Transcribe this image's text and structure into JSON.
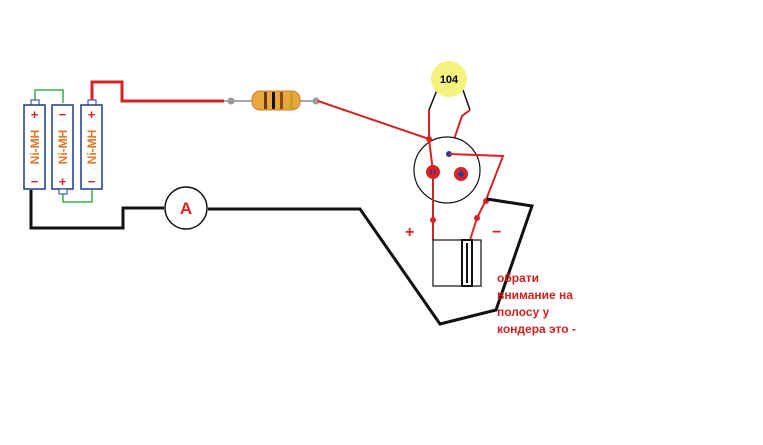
{
  "colors": {
    "red_wire": "#d62424",
    "black_wire": "#111111",
    "green_wire": "#3cb043",
    "battery_label": "#e0792a",
    "note": "#d41f1f",
    "capacitor_fill": "#f3f37e"
  },
  "batteries": [
    {
      "label": "Ni-MH",
      "top": "+",
      "bottom": "−"
    },
    {
      "label": "Ni-MH",
      "top": "−",
      "bottom": "+"
    },
    {
      "label": "Ni-MH",
      "top": "+",
      "bottom": "−"
    }
  ],
  "ammeter": {
    "label": "A"
  },
  "capacitor": {
    "label": "104"
  },
  "polarity": {
    "plus": "+",
    "minus": "−"
  },
  "note": {
    "lines": [
      "обрати",
      "внимание на",
      "полосу у",
      "кондера это -"
    ]
  }
}
